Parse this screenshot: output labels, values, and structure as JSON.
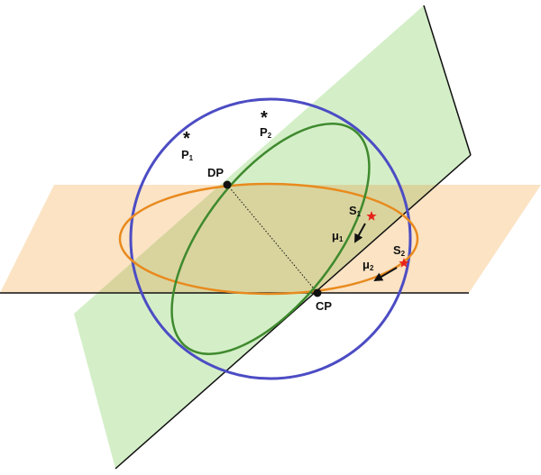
{
  "colors": {
    "background": "#ffffff",
    "horizontal_plane_fill": "#fbe3c4",
    "inclined_plane_fill": "#d4efc8",
    "overlap_fill": "#d9d49e",
    "celestial_sphere": "#4c4cc4",
    "equator_orbit": "#e88a1e",
    "inclined_orbit": "#3f8a2e",
    "plane_edge": "#111111",
    "star_marker": "#e8221a",
    "node_point": "#111111"
  },
  "labels": {
    "descending_node": "DP",
    "ascending_node": "CP",
    "pole_1": {
      "main": "P",
      "sub": "1",
      "marker": "*"
    },
    "pole_2": {
      "main": "P",
      "sub": "2",
      "marker": "*"
    },
    "star_1": {
      "main": "S",
      "sub": "1"
    },
    "star_2": {
      "main": "S",
      "sub": "2"
    },
    "motion_1": {
      "main": "μ",
      "sub": "1"
    },
    "motion_2": {
      "main": "μ",
      "sub": "2"
    }
  },
  "icons": {
    "node_marker": "filled-circle",
    "star_marker": "red-star",
    "motion_arrow": "arrow",
    "pole_marker": "asterisk"
  }
}
